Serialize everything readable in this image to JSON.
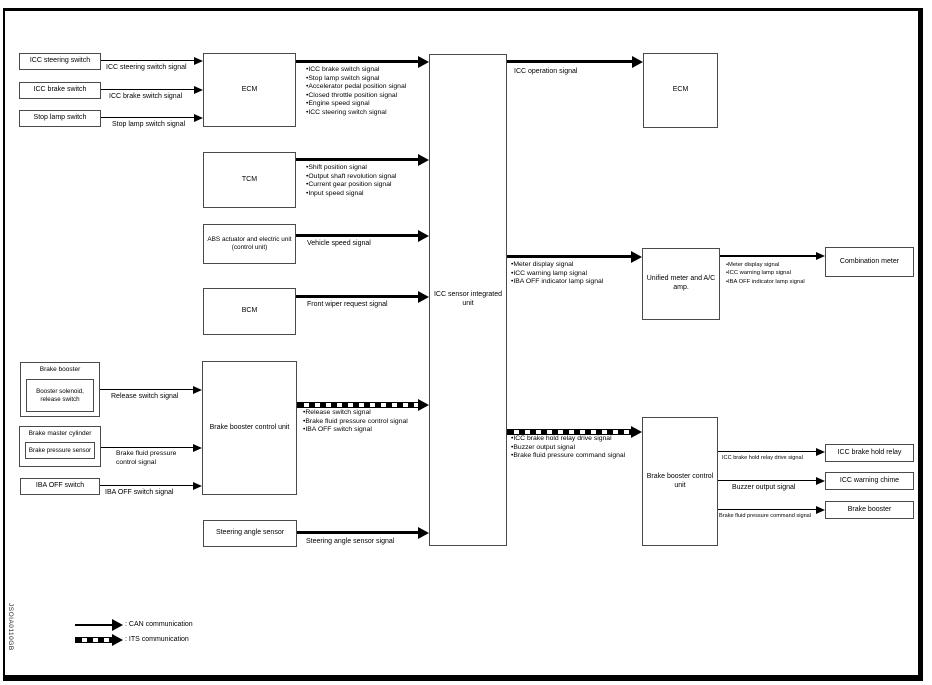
{
  "figure_id": "JSOIA0110GB",
  "boxes": {
    "icc_steering_switch": "ICC steering switch",
    "icc_brake_switch": "ICC brake switch",
    "stop_lamp_switch": "Stop lamp switch",
    "ecm_left": "ECM",
    "tcm": "TCM",
    "abs_unit": "ABS actuator and electric unit (control unit)",
    "bcm": "BCM",
    "brake_booster": "Brake booster",
    "booster_solenoid": "Booster solenoid, release switch",
    "brake_master_cylinder": "Brake master cylinder",
    "brake_pressure_sensor": "Brake pressure sensor",
    "iba_off_switch": "IBA OFF switch",
    "brake_booster_cu_left": "Brake booster control unit",
    "steering_angle_sensor": "Steering angle sensor",
    "icc_sensor_unit": "ICC sensor integrated unit",
    "ecm_right": "ECM",
    "unified_meter": "Unified meter and A/C amp.",
    "combination_meter": "Combination meter",
    "brake_booster_cu_right": "Brake booster control unit",
    "icc_brake_hold_relay": "ICC brake hold relay",
    "icc_warning_chime": "ICC warning chime",
    "brake_booster_right": "Brake booster"
  },
  "signals": {
    "icc_steering": "ICC steering switch signal",
    "icc_brake": "ICC brake switch signal",
    "stop_lamp": "Stop lamp switch signal",
    "ecm_list": [
      "•ICC brake switch signal",
      "•Stop lamp switch signal",
      "•Accelerator pedal position signal",
      "•Closed throttle position signal",
      "•Engine speed signal",
      "•ICC steering switch signal"
    ],
    "tcm_list": [
      "•Shift position signal",
      "•Output shaft revolution signal",
      "•Current gear position signal",
      "•Input speed signal"
    ],
    "vehicle_speed": "Vehicle speed signal",
    "front_wiper": "Front wiper request signal",
    "release_switch": "Release switch signal",
    "brake_fluid_control": "Brake fluid pressure control signal",
    "iba_off": "IBA OFF switch signal",
    "bbcu_to_icc_list": [
      "•Release switch signal",
      "•Brake fluid pressure control signal",
      "•IBA OFF switch signal"
    ],
    "steering_angle": "Steering angle sensor signal",
    "icc_operation": "ICC operation signal",
    "meter_list": [
      "•Meter display signal",
      "•ICC warning lamp signal",
      "•IBA OFF indicator lamp signal"
    ],
    "its_out_list": [
      "•ICC brake hold relay drive signal",
      "•Buzzer output signal",
      "•Brake fluid pressure command signal"
    ],
    "brake_hold_drive": "ICC brake hold relay drive signal",
    "buzzer_output": "Buzzer output signal",
    "brake_fluid_command": "Brake fluid pressure command signal"
  },
  "legend": {
    "can": ": CAN communication",
    "its": ": ITS communication"
  }
}
